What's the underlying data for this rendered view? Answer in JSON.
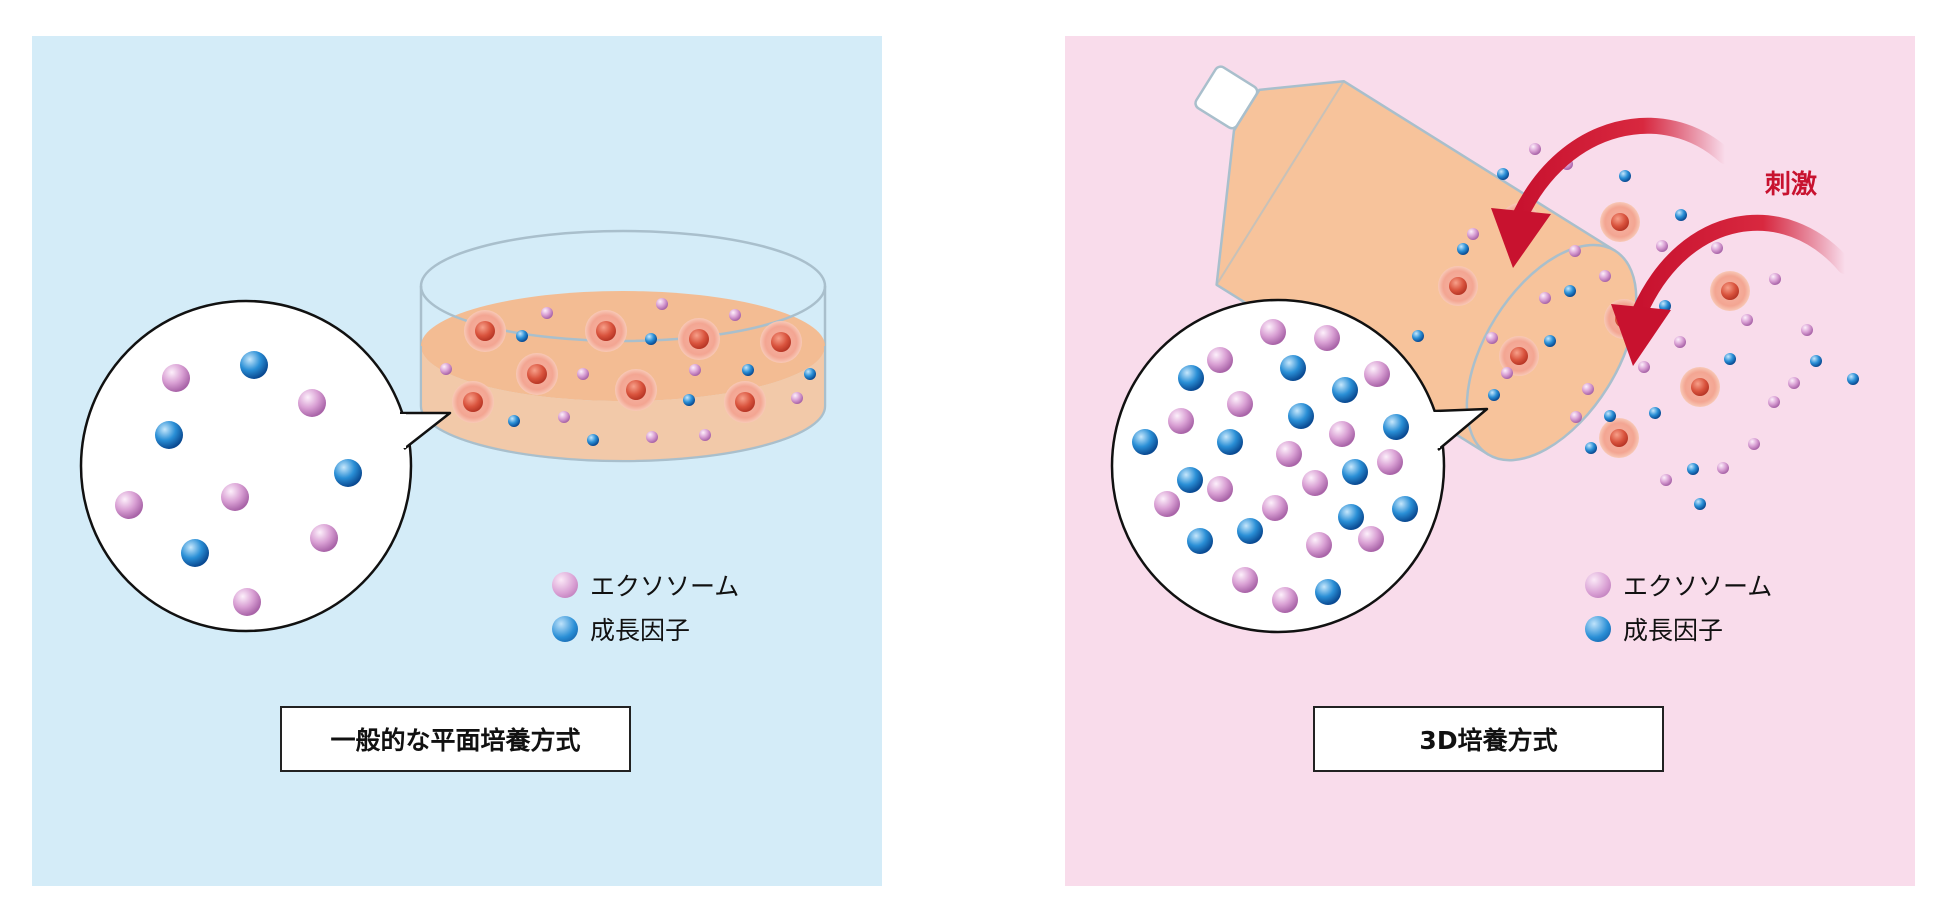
{
  "colors": {
    "panel_left_bg": "#d4ecf8",
    "panel_right_bg": "#f9dceb",
    "medium": "#f6c497",
    "exosome": "#d9a0d4",
    "growth_factor": "#2a8fd6",
    "cell": "#e9705c",
    "arrow": "#c8122f"
  },
  "left_panel": {
    "legend": {
      "exosome_label": "エクソソーム",
      "growth_factor_label": "成長因子"
    },
    "caption": "一般的な平面培養方式"
  },
  "right_panel": {
    "stimulus_label": "刺激",
    "legend": {
      "exosome_label": "エクソソーム",
      "growth_factor_label": "成長因子"
    },
    "caption": "3D培養方式"
  }
}
